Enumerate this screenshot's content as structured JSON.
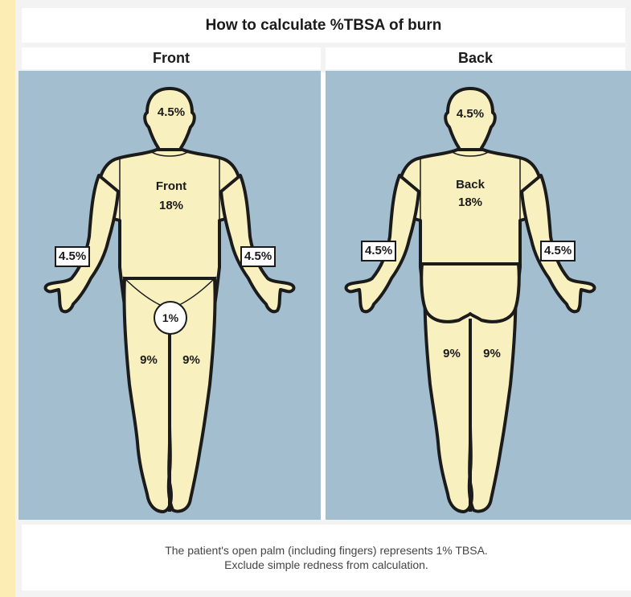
{
  "title": "How to calculate %TBSA of burn",
  "columns": {
    "front": "Front",
    "back": "Back"
  },
  "front": {
    "head": "4.5%",
    "torso_name": "Front",
    "torso_value": "18%",
    "left_arm": "4.5%",
    "right_arm": "4.5%",
    "groin": "1%",
    "left_leg": "9%",
    "right_leg": "9%"
  },
  "back": {
    "head": "4.5%",
    "torso_name": "Back",
    "torso_value": "18%",
    "left_arm": "4.5%",
    "right_arm": "4.5%",
    "left_leg": "9%",
    "right_leg": "9%"
  },
  "footer": {
    "line1": "The patient's open palm (including fingers) represents 1% TBSA.",
    "line2": "Exclude simple redness from calculation."
  },
  "colors": {
    "skin": "#f9f0c0",
    "background": "#a3bfcf",
    "outline": "#1b1b1b"
  }
}
